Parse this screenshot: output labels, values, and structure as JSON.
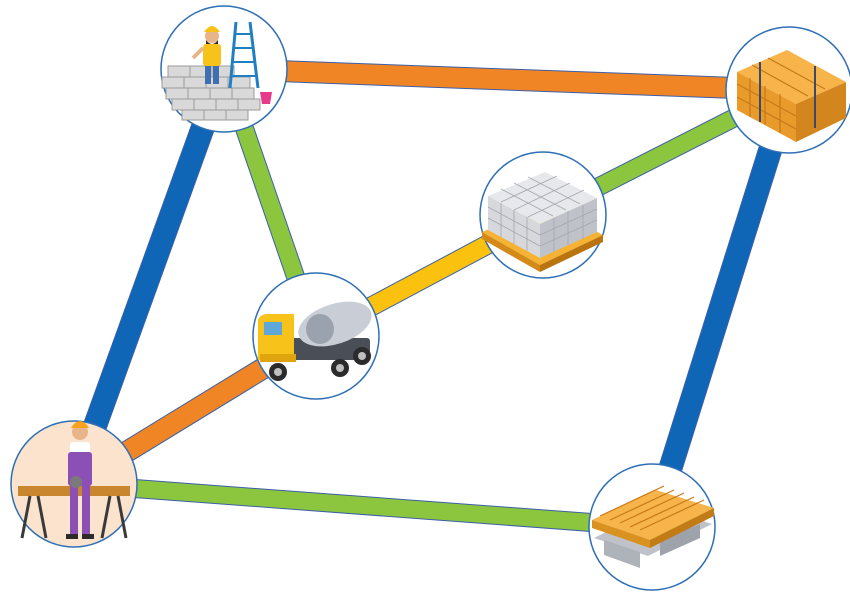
{
  "diagram": {
    "type": "network",
    "nodes": [
      {
        "id": "bricklayer",
        "icon": "bricklayer-icon"
      },
      {
        "id": "lumber",
        "icon": "lumber-stack-icon"
      },
      {
        "id": "blocks",
        "icon": "concrete-blocks-pallet-icon"
      },
      {
        "id": "mixer",
        "icon": "cement-mixer-truck-icon"
      },
      {
        "id": "carpenter",
        "icon": "carpenter-icon"
      },
      {
        "id": "floor",
        "icon": "wooden-floor-frame-icon"
      }
    ],
    "edges": [
      {
        "from": "bricklayer",
        "to": "lumber",
        "color": "#f08526"
      },
      {
        "from": "bricklayer",
        "to": "carpenter",
        "color": "#0f66b6"
      },
      {
        "from": "bricklayer",
        "to": "mixer",
        "color": "#8cc63f"
      },
      {
        "from": "lumber",
        "to": "blocks",
        "color": "#8cc63f"
      },
      {
        "from": "lumber",
        "to": "floor",
        "color": "#0f66b6"
      },
      {
        "from": "blocks",
        "to": "mixer",
        "color": "#fbc10f"
      },
      {
        "from": "mixer",
        "to": "carpenter",
        "color": "#f08526"
      },
      {
        "from": "carpenter",
        "to": "floor",
        "color": "#8cc63f"
      }
    ]
  },
  "colors": {
    "orange": "#f08526",
    "blue": "#0f66b6",
    "green": "#8cc63f",
    "yellow": "#fbc10f",
    "circle_border": "#2f6fb5"
  }
}
